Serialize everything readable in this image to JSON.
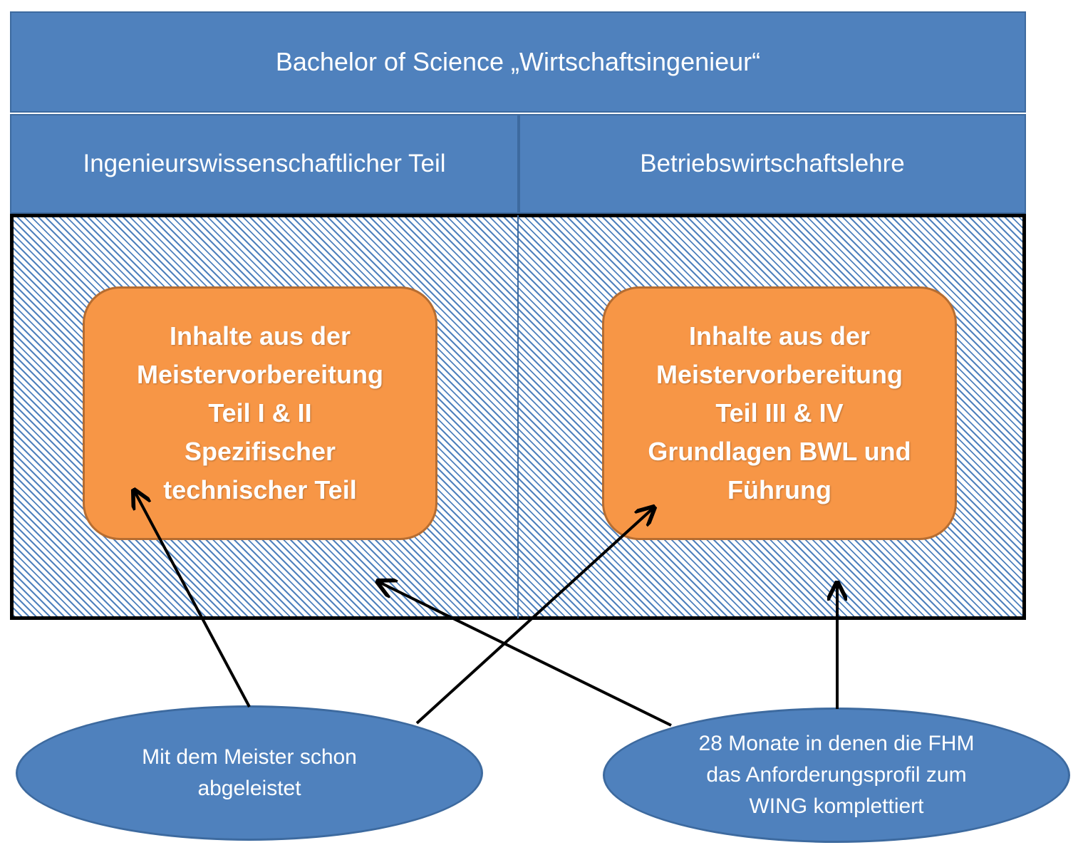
{
  "header": {
    "title": "Bachelor of Science „Wirtschaftsingenieur“"
  },
  "columns": {
    "left_label": "Ingenieurswissenschaftlicher Teil",
    "right_label": "Betriebswirtschaftslehre"
  },
  "boxes": {
    "left_lines": [
      "Inhalte aus der",
      "Meistervorbereitung",
      "Teil I & II",
      "Spezifischer",
      "technischer Teil"
    ],
    "right_lines": [
      "Inhalte aus der",
      "Meistervorbereitung",
      "Teil III & IV",
      "Grundlagen BWL und",
      "Führung"
    ]
  },
  "ellipses": {
    "left_lines": [
      "Mit dem Meister schon",
      "abgeleistet"
    ],
    "right_lines": [
      "28 Monate in denen die FHM",
      "das Anforderungsprofil zum",
      "WING komplettiert"
    ]
  },
  "colors": {
    "blue": "#4f81bd",
    "orange": "#f79646",
    "arrow": "#000000"
  }
}
